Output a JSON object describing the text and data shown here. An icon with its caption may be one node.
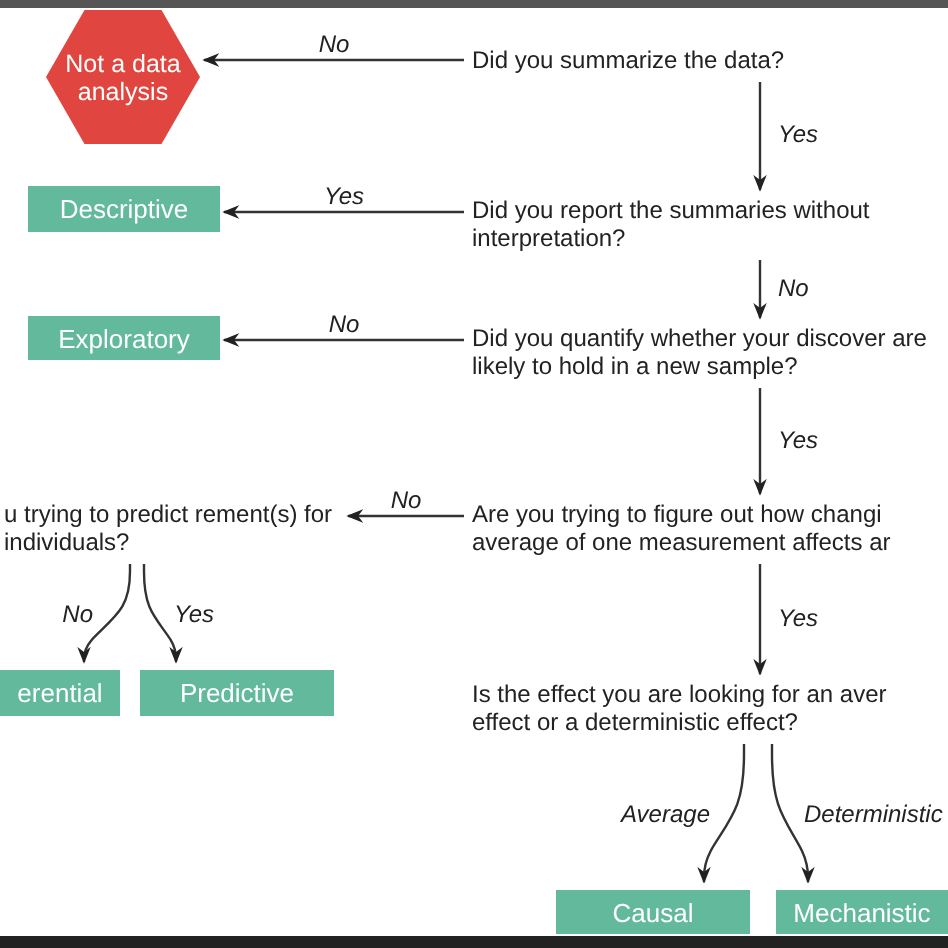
{
  "diagram": {
    "nodes": [
      {
        "text": [
          "Not a data analysis"
        ]
      },
      {
        "text": [
          "Did you summarize the data?"
        ]
      },
      {
        "text": [
          "Descriptive"
        ]
      },
      {
        "text": [
          "Did you report the summaries without interpretation?"
        ]
      },
      {
        "text": [
          "Exploratory"
        ]
      },
      {
        "text": [
          "Did you quantify whether your discover are likely to hold in a new sample?"
        ]
      },
      {
        "text": [
          "u trying to predict rement(s) for individuals?"
        ]
      },
      {
        "text": [
          "Are you trying to figure out how changi average of one measurement affects ar"
        ]
      },
      {
        "text": [
          "erential"
        ]
      },
      {
        "text": [
          "Predictive"
        ]
      },
      {
        "text": [
          "Is the effect you are looking for an aver effect or a deterministic effect?"
        ]
      },
      {
        "text": [
          "Causal"
        ]
      },
      {
        "text": [
          "Mechanistic"
        ]
      }
    ],
    "edges": [
      {
        "from": 1,
        "to": 0,
        "arrow": "to",
        "label": "No"
      },
      {
        "from": 1,
        "to": 3,
        "arrow": "to",
        "label": "Yes"
      },
      {
        "from": 3,
        "to": 2,
        "arrow": "to",
        "label": "Yes"
      },
      {
        "from": 3,
        "to": 5,
        "arrow": "to",
        "label": "No"
      },
      {
        "from": 5,
        "to": 4,
        "arrow": "to",
        "label": "No"
      },
      {
        "from": 5,
        "to": 7,
        "arrow": "to",
        "label": "Yes"
      },
      {
        "from": 7,
        "to": 6,
        "arrow": "to",
        "label": "No"
      },
      {
        "from": 7,
        "to": 10,
        "arrow": "to",
        "label": "Yes"
      },
      {
        "from": 6,
        "to": 8,
        "arrow": "to",
        "label": "No"
      },
      {
        "from": 6,
        "to": 9,
        "arrow": "to",
        "label": "Yes"
      },
      {
        "from": 10,
        "to": 11,
        "arrow": "to",
        "label": "Average"
      },
      {
        "from": 10,
        "to": 12,
        "arrow": "to",
        "label": "Deterministic"
      }
    ]
  }
}
